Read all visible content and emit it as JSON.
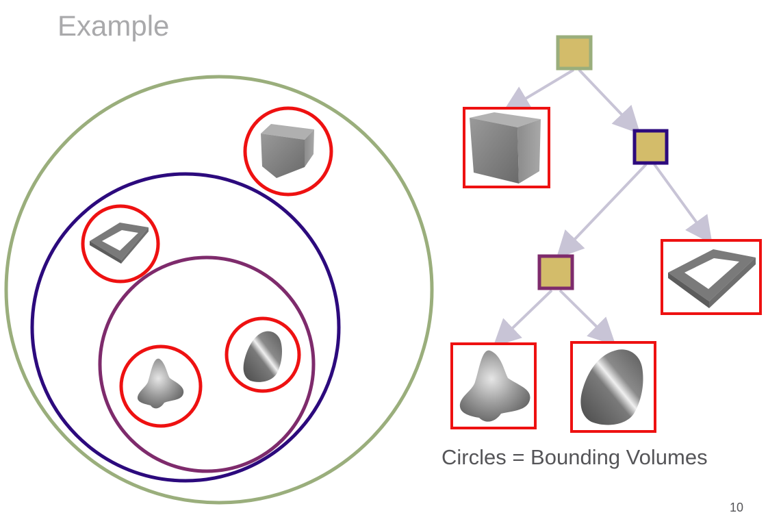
{
  "slide": {
    "title": "Example",
    "caption": "Circles = Bounding Volumes",
    "page_number": "10"
  },
  "colors": {
    "outer_volume": "#9aae7c",
    "middle_volume": "#2c0a7d",
    "inner_volume": "#7e2b6c",
    "leaf_volume": "#ee1111",
    "tree_node_fill": "#d3bc6a",
    "tree_edge": "#c8c4d6",
    "shape_gray": "#8a8a8a"
  },
  "objects": [
    "cube",
    "frame",
    "tetra-blob",
    "rounded-blob"
  ]
}
